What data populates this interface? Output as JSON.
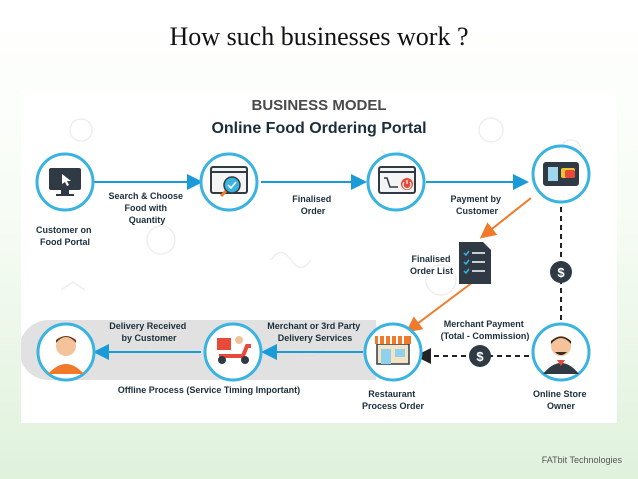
{
  "slide": {
    "title": "How such businesses work ?",
    "footer": "FATbit Technologies"
  },
  "diagram": {
    "heading_line1": "BUSINESS MODEL",
    "heading_line2": "Online Food Ordering Portal",
    "nodes": {
      "customer_portal": [
        "Customer on",
        "Food Portal"
      ],
      "restaurant": [
        "Restaurant",
        "Process Order"
      ],
      "store_owner": [
        "Online Store",
        "Owner"
      ]
    },
    "edges": {
      "search_choose": [
        "Search & Choose",
        "Food with",
        "Quantity"
      ],
      "finalised_order": [
        "Finalised",
        "Order"
      ],
      "payment_by_customer": [
        "Payment by",
        "Customer"
      ],
      "finalised_list": [
        "Finalised",
        "Order List"
      ],
      "merchant_payment": [
        "Merchant Payment",
        "(Total - Commission)"
      ],
      "delivery_services": [
        "Merchant or 3rd Party",
        "Delivery Services"
      ],
      "delivery_received": [
        "Delivery Received",
        "by Customer"
      ],
      "offline_process": "Offline Process (Service Timing Important)"
    },
    "dollar_symbol": "$",
    "colors": {
      "ring": "#3bb3e0",
      "arrow_blue": "#1a9ad6",
      "arrow_orange": "#f07a2a",
      "dashed": "#222222",
      "text": "#1c2e3b",
      "offline_band": "#dcdcdc"
    }
  }
}
